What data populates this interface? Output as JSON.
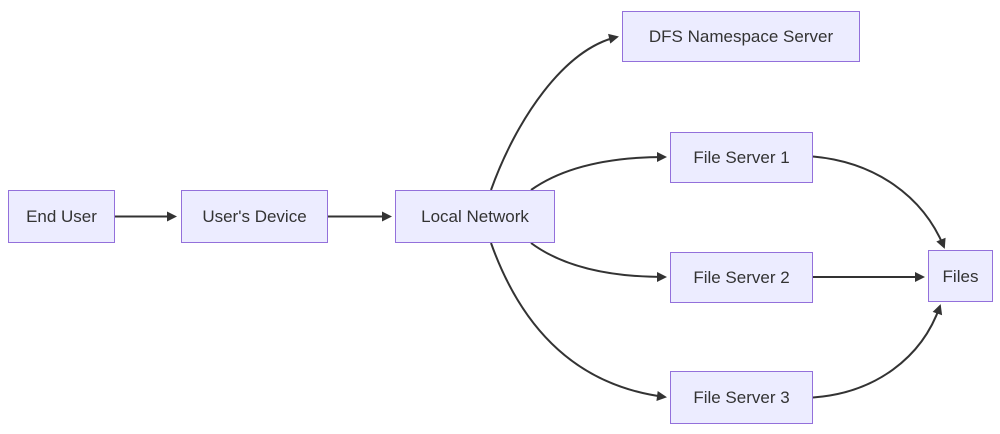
{
  "diagram": {
    "type": "flowchart",
    "direction": "left-to-right",
    "nodes": [
      {
        "id": "end_user",
        "label": "End User"
      },
      {
        "id": "users_device",
        "label": "User's Device"
      },
      {
        "id": "local_network",
        "label": "Local Network"
      },
      {
        "id": "dfs_namespace_server",
        "label": "DFS Namespace Server"
      },
      {
        "id": "file_server_1",
        "label": "File Server 1"
      },
      {
        "id": "file_server_2",
        "label": "File Server 2"
      },
      {
        "id": "file_server_3",
        "label": "File Server 3"
      },
      {
        "id": "files",
        "label": "Files"
      }
    ],
    "edges": [
      {
        "from": "end_user",
        "to": "users_device"
      },
      {
        "from": "users_device",
        "to": "local_network"
      },
      {
        "from": "local_network",
        "to": "dfs_namespace_server"
      },
      {
        "from": "local_network",
        "to": "file_server_1"
      },
      {
        "from": "local_network",
        "to": "file_server_2"
      },
      {
        "from": "local_network",
        "to": "file_server_3"
      },
      {
        "from": "file_server_1",
        "to": "files"
      },
      {
        "from": "file_server_2",
        "to": "files"
      },
      {
        "from": "file_server_3",
        "to": "files"
      }
    ],
    "colors": {
      "node_fill": "#ECECFF",
      "node_border": "#9370DB",
      "edge": "#333333",
      "text": "#333333",
      "background": "#FFFFFF"
    }
  }
}
